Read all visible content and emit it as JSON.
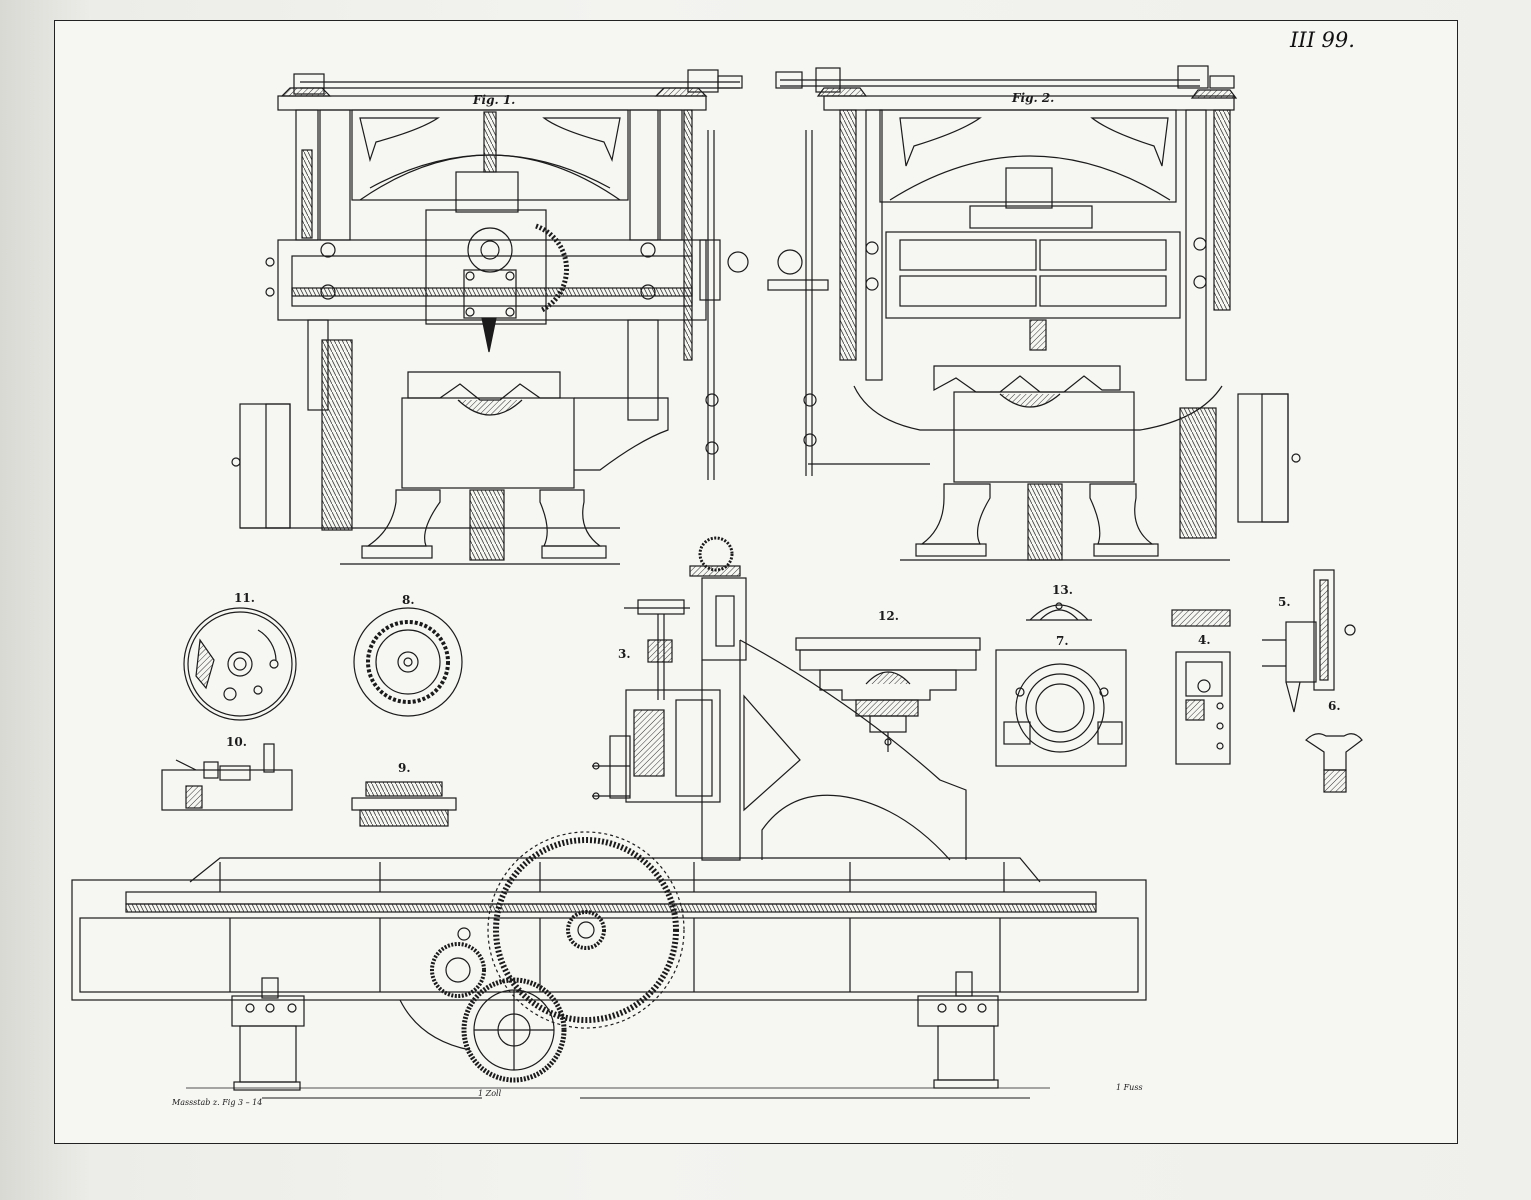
{
  "plate": {
    "number": "III 99."
  },
  "figures": {
    "fig1": "Fig. 1.",
    "fig2": "Fig. 2.",
    "n3": "3.",
    "n4": "4.",
    "n5": "5.",
    "n6": "6.",
    "n7": "7.",
    "n8": "8.",
    "n9": "9.",
    "n10": "10.",
    "n11": "11.",
    "n12": "12.",
    "n13": "13."
  },
  "scale": {
    "left_caption": "Massstab z. Fig 3 – 14",
    "left_end": "1 Zoll",
    "right_caption": "1 Fuss"
  },
  "colors": {
    "ink": "#1b1b1b",
    "paper": "#f6f6f3"
  }
}
